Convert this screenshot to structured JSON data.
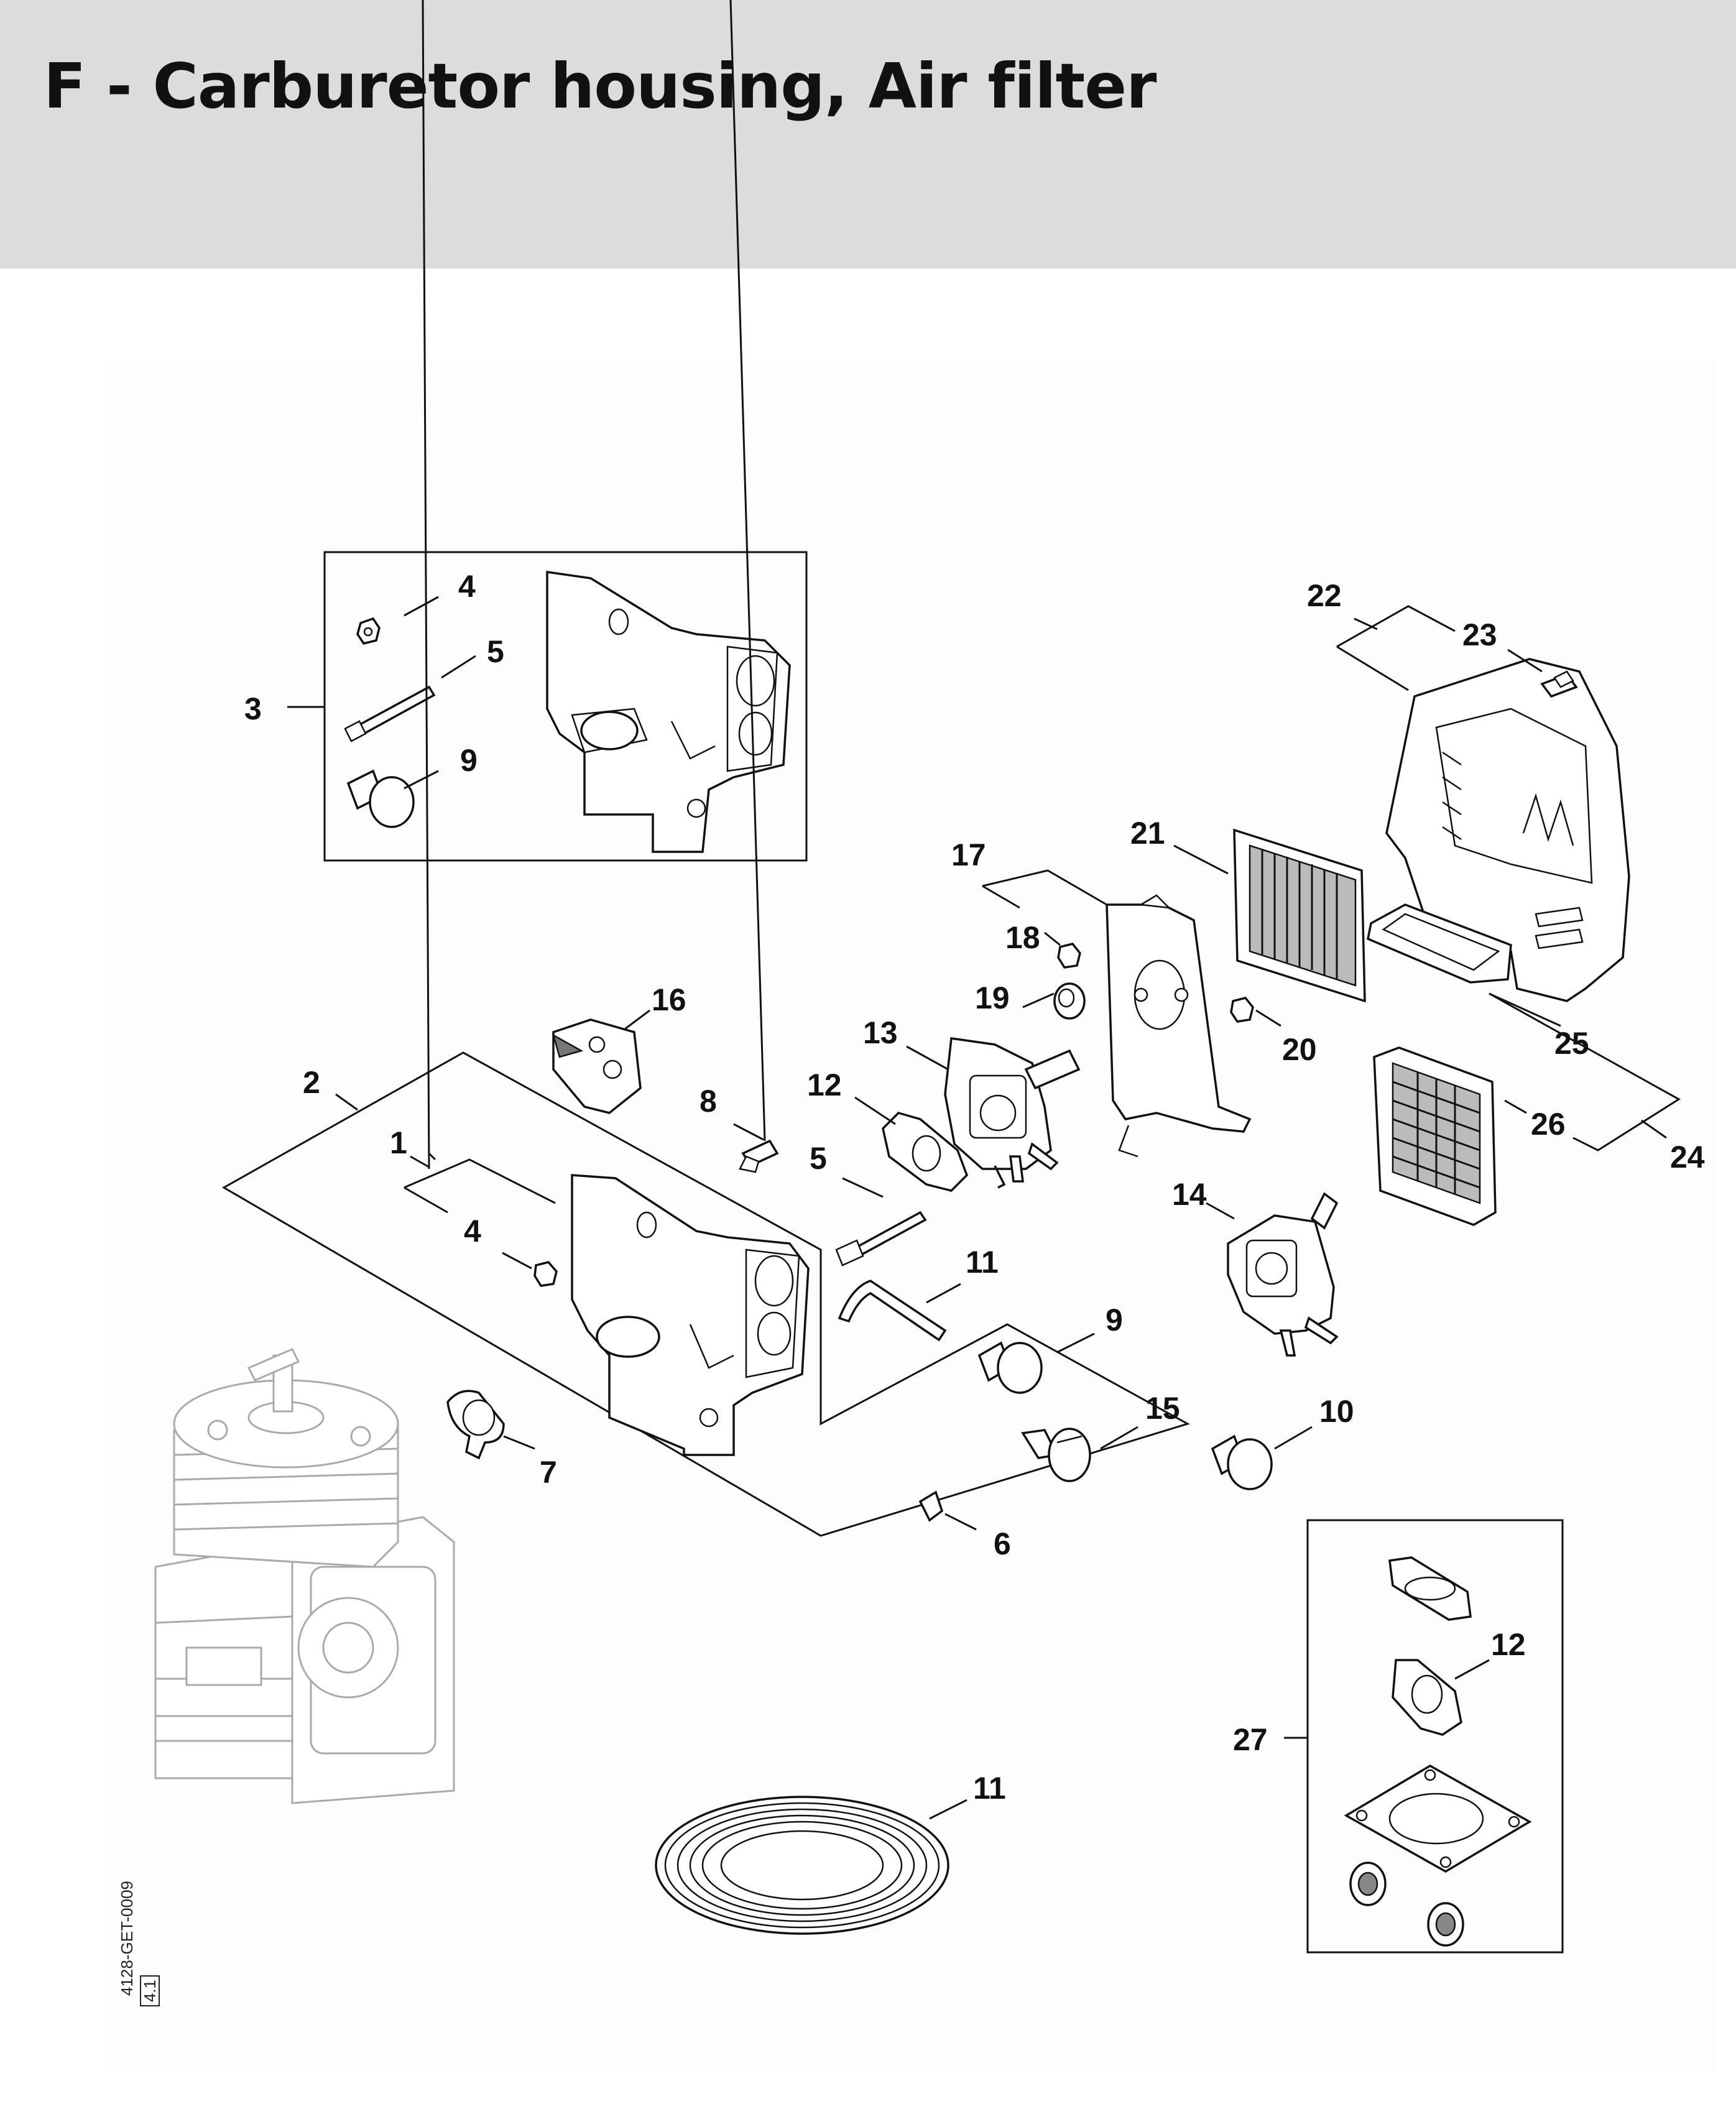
{
  "page_title": "F - Carburetor housing, Air filter",
  "drawing_code": "4128-GET-0009",
  "drawing_revision": "4.1",
  "callouts": {
    "c3": "3",
    "c4a": "4",
    "c5a": "5",
    "c9a": "9",
    "c22": "22",
    "c23": "23",
    "c21": "21",
    "c17": "17",
    "c18": "18",
    "c16": "16",
    "c19": "19",
    "c13": "13",
    "c20": "20",
    "c25": "25",
    "c2": "2",
    "c12a": "12",
    "c8": "8",
    "c26": "26",
    "c24": "24",
    "c1": "1",
    "c5b": "5",
    "c14": "14",
    "c4b": "4",
    "c11a": "11",
    "c9b": "9",
    "c15": "15",
    "c10": "10",
    "c7": "7",
    "c6": "6",
    "c12b": "12",
    "c27": "27",
    "c11b": "11"
  }
}
